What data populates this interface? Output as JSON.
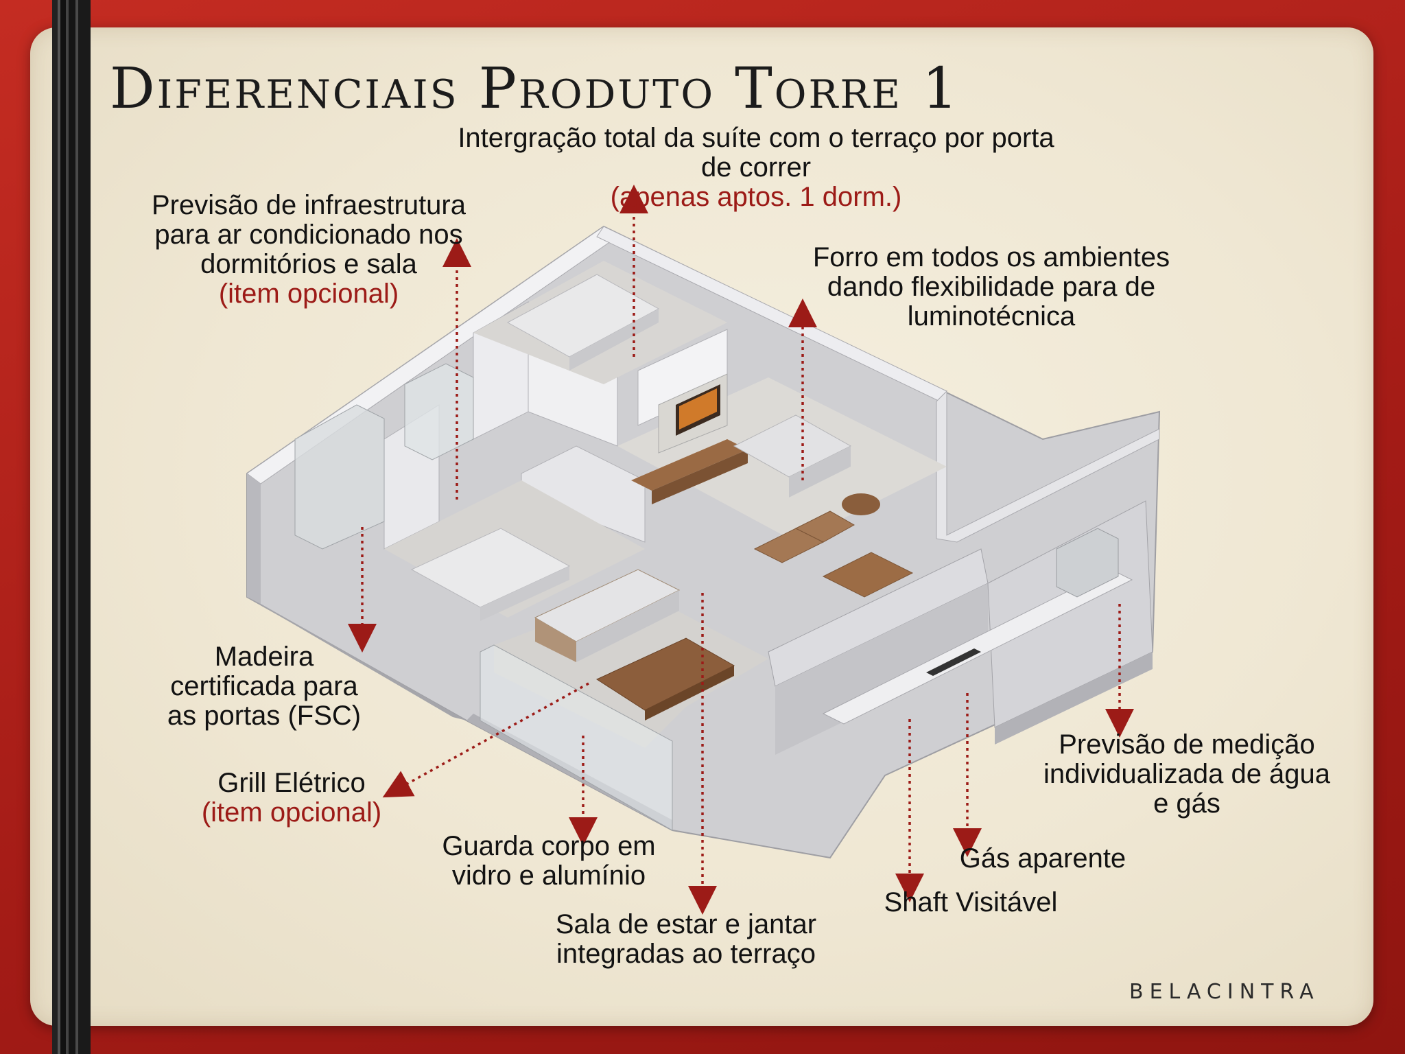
{
  "title": "Diferenciais Produto Torre 1",
  "labels": {
    "suite": {
      "line1": "Intergração total da suíte com o terraço por porta",
      "line2": "de correr",
      "highlight": "(apenas aptos. 1 dorm.)"
    },
    "ac": {
      "line1": "Previsão de infraestrutura",
      "line2": "para ar condicionado nos",
      "line3": "dormitórios e sala",
      "highlight": "(item opcional)"
    },
    "forro": {
      "line1": "Forro em todos os ambientes",
      "line2": "dando flexibilidade para de",
      "line3": "luminotécnica"
    },
    "madeira": {
      "line1": "Madeira",
      "line2": "certificada para",
      "line3": "as portas (FSC)"
    },
    "grill": {
      "line1": "Grill Elétrico",
      "highlight": "(item opcional)"
    },
    "guarda": {
      "line1": "Guarda corpo em",
      "line2": "vidro e alumínio"
    },
    "sala": {
      "line1": "Sala de estar e jantar",
      "line2": "integradas  ao terraço"
    },
    "medicao": {
      "line1": "Previsão de medição",
      "line2": "individualizada de água",
      "line3": "e gás"
    },
    "gas": {
      "line1": "Gás aparente"
    },
    "shaft": {
      "line1": "Shaft Visitável"
    }
  },
  "logo": "BELACINTRA",
  "colors": {
    "frame": "#b3231d",
    "accent": "#9c1b17",
    "card": "#f2ebda"
  }
}
